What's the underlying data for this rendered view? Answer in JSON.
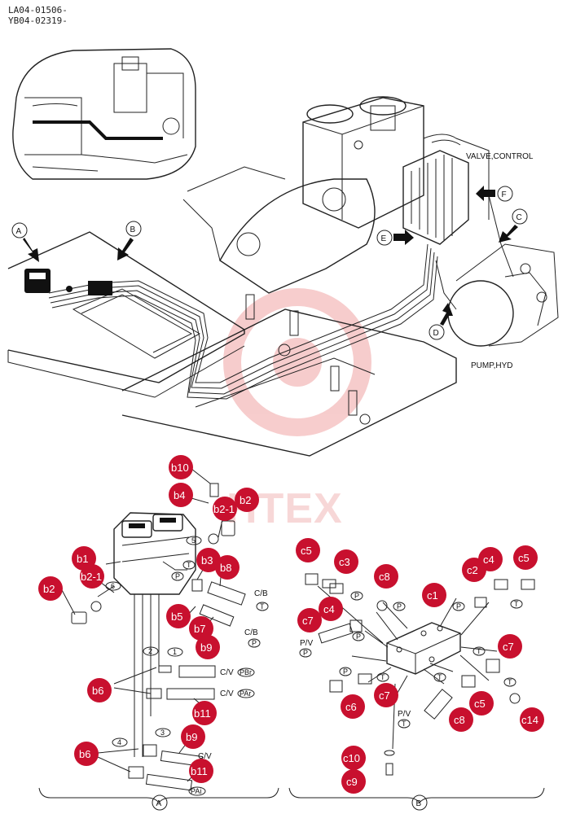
{
  "header": {
    "ref_line_1": "LA04-01506-",
    "ref_line_2": "YB04-02319-"
  },
  "watermark": "HTEX",
  "labels": {
    "valve_control": "VALVE,CONTROL",
    "pump_hyd": "PUMP,HYD",
    "cb": "C/B",
    "cv": "C/V",
    "pv": "P/V"
  },
  "view_markers": [
    "A",
    "B",
    "C",
    "D",
    "E",
    "F"
  ],
  "section_labels": {
    "a": "A",
    "b": "B"
  },
  "callouts_a": [
    "b10",
    "b4",
    "b2-1",
    "b2",
    "b1",
    "b2-1",
    "b2",
    "b3",
    "b8",
    "b5",
    "b7",
    "b9",
    "b6",
    "b11",
    "b9",
    "b6",
    "b11"
  ],
  "callouts_b": [
    "c5",
    "c3",
    "c8",
    "c1",
    "c2",
    "c4",
    "c5",
    "c7",
    "c4",
    "c7",
    "c6",
    "c7",
    "c5",
    "c8",
    "c14",
    "c10",
    "c9"
  ],
  "port_tags": {
    "p": "P",
    "t": "T",
    "pbr": "PBr",
    "par": "PAr",
    "pai": "PAi"
  },
  "hose_numbers": [
    "5",
    "6",
    "1",
    "2",
    "3",
    "4"
  ],
  "colors": {
    "callout": "#c8102e",
    "watermark": "#f2b7b7"
  }
}
